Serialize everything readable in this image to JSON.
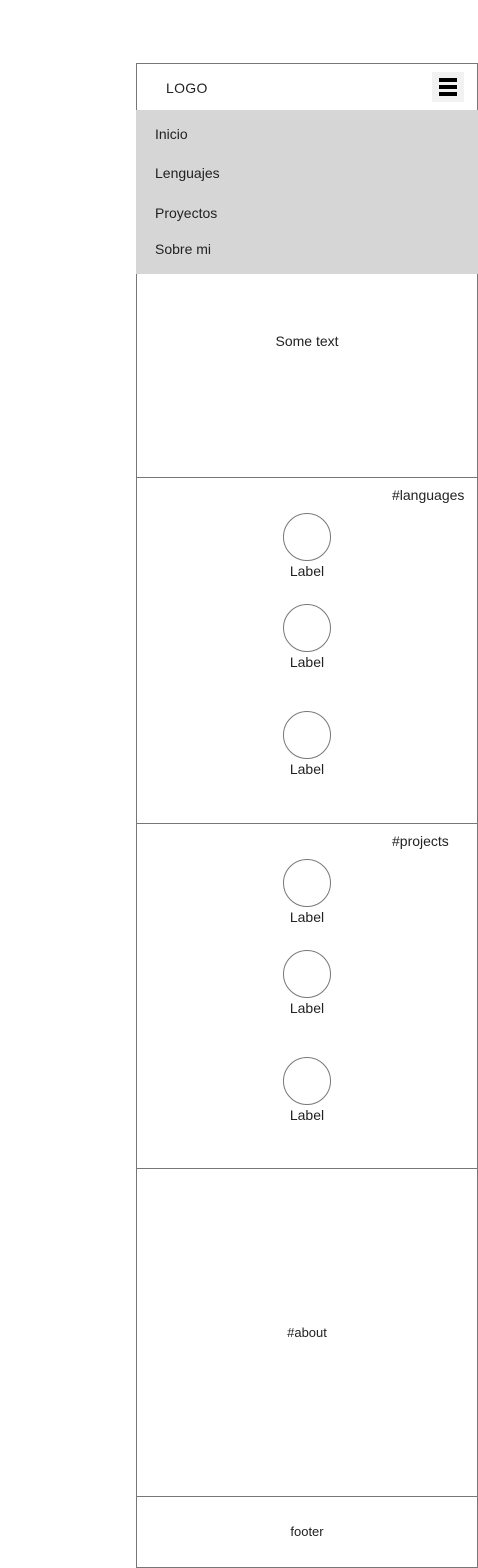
{
  "header": {
    "logo": "LOGO",
    "menu_icon": "hamburger-menu-icon"
  },
  "nav": {
    "items": [
      {
        "label": "Inicio"
      },
      {
        "label": "Lenguajes"
      },
      {
        "label": "Proyectos"
      },
      {
        "label": "Sobre mi"
      }
    ]
  },
  "hero": {
    "text": "Some text"
  },
  "languages": {
    "tag": "#languages",
    "items": [
      {
        "label": "Label"
      },
      {
        "label": "Label"
      },
      {
        "label": "Label"
      }
    ]
  },
  "projects": {
    "tag": "#projects",
    "items": [
      {
        "label": "Label"
      },
      {
        "label": "Label"
      },
      {
        "label": "Label"
      }
    ]
  },
  "about": {
    "text": "#about"
  },
  "footer": {
    "text": "footer"
  }
}
